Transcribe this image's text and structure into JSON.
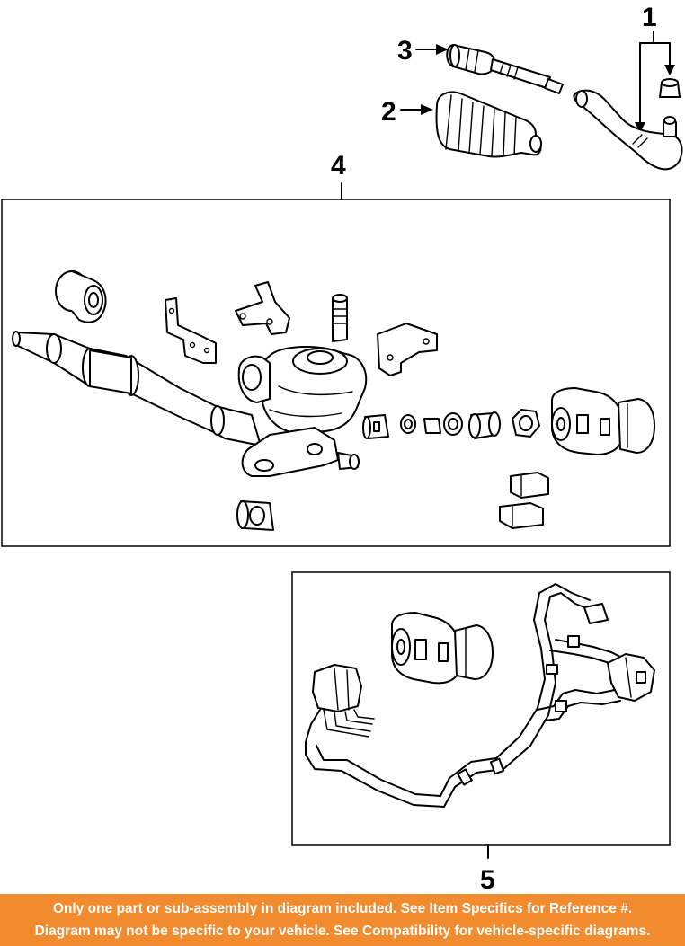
{
  "callouts": {
    "part1": "1",
    "part2": "2",
    "part3": "3",
    "part4": "4",
    "part5": "5"
  },
  "banner": {
    "line1": "Only one part or sub-assembly in diagram included. See Item Specifics for Reference #.",
    "line2": "Diagram may not be specific to your vehicle. See Compatibility for vehicle-specific diagrams."
  },
  "colors": {
    "banner_background": "#f28a2e",
    "banner_text": "#ffffff",
    "line_art": "#000000"
  }
}
